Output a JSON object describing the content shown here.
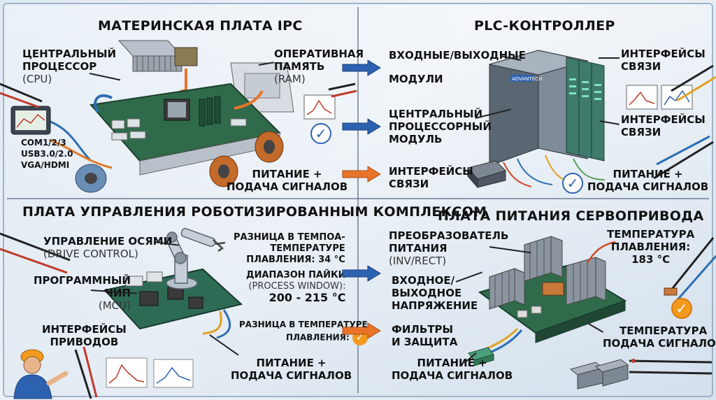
{
  "panels": {
    "ipc": {
      "title": "МАТЕРИНСКАЯ ПЛАТА IPC",
      "cpu_label": "ЦЕНТРАЛЬНЫЙ\nПРОЦЕССОР",
      "cpu_sub": "(CPU)",
      "ram_label": "ОПЕРАТИВНАЯ\nПАМЯТЬ",
      "ram_sub": "(RAM)",
      "ports": [
        "COM1/2/3",
        "USB3.0/2.0",
        "VGA/HDMI"
      ],
      "power_label": "ПИТАНИЕ +\nПОДАЧА СИГНАЛОВ"
    },
    "plc": {
      "title": "PLC-КОНТРОЛЛЕР",
      "io_label": "ВХОДНЫЕ/ВЫХОДНЫЕ",
      "modules_label": "МОДУЛИ",
      "cpu_module_label": "ЦЕНТРАЛЬНЫЙ\nПРОЦЕССОРНЫЙ\nМОДУЛЬ",
      "comm_left_label": "ИНТЕРФЕЙСЫ\nСВЯЗИ",
      "comm_right_top_label": "ИНТЕРФЕЙСЫ\nСВЯЗИ",
      "comm_right_bottom_label": "ИНТЕРФЕЙСЫ\nСВЯЗИ",
      "power_label": "ПИТАНИЕ +\nПОДАЧА СИГНАЛОВ",
      "brand": "ADVANTECH"
    },
    "robot": {
      "title": "ПЛАТА УПРАВЛЕНИЯ РОБОТИЗИРОВАННЫМ КОМПЛЕКСОМ",
      "axis_label": "УПРАВЛЕНИЕ ОСЯМИ",
      "axis_sub": "(DRIVE CONTROL)",
      "mcu_label": "ПРОГРАММНЫЙ\nЧИП",
      "mcu_sub": "(MCU)",
      "drives_label": "ИНТЕРФЕЙСЫ\nПРИВОДОВ",
      "temp_diff_label": "РАЗНИЦА В ТЕМПОА-\nТЕМПЕРАТУРЕ\nПЛАВЛЕНИЯ: 34 °C",
      "window_label": "ДИАПАЗОН ПАЙКИ",
      "window_sub": "(PROCESS WINDOW):",
      "window_value": "200 - 215 °C",
      "temp_diff2_label": "РАЗНИЦА В ТЕМПЕРАТУРЕ\nПЛАВЛЕНИЯ:",
      "power_label": "ПИТАНИЕ +\nПОДАЧА СИГНАЛОВ"
    },
    "servo": {
      "title": "ПЛАТА ПИТАНИЯ СЕРВОПРИВОДА",
      "converter_label": "ПРЕОБРАЗОВАТЕЛЬ\nПИТАНИЯ",
      "converter_sub": "(INV/RECT)",
      "io_voltage_label": "ВХОДНОЕ/\nВЫХОДНОЕ\nНАПРЯЖЕНИЕ",
      "filters_label": "ФИЛЬТРЫ\nИ ЗАЩИТА",
      "melt_label": "ТЕМПЕРАТУРА\nПЛАВЛЕНИЯ:",
      "melt_value": "183 °C",
      "temp_signal_label": "ТЕМПЕРАТУРА\nПОДАЧА СИГНАЛОВ",
      "power_label": "ПИТАНИЕ +\nПОДАЧА СИГНАЛОВ"
    }
  },
  "colors": {
    "arrow_blue": "#2d62b0",
    "arrow_orange": "#e8742a",
    "pcb_green": "#2f6b4a",
    "check_blue": "#2e63b0",
    "check_orange": "#f29a1e"
  },
  "icons": [
    "check-icon",
    "arrow-right-icon",
    "multimeter-probe-icon",
    "engineer-icon"
  ]
}
